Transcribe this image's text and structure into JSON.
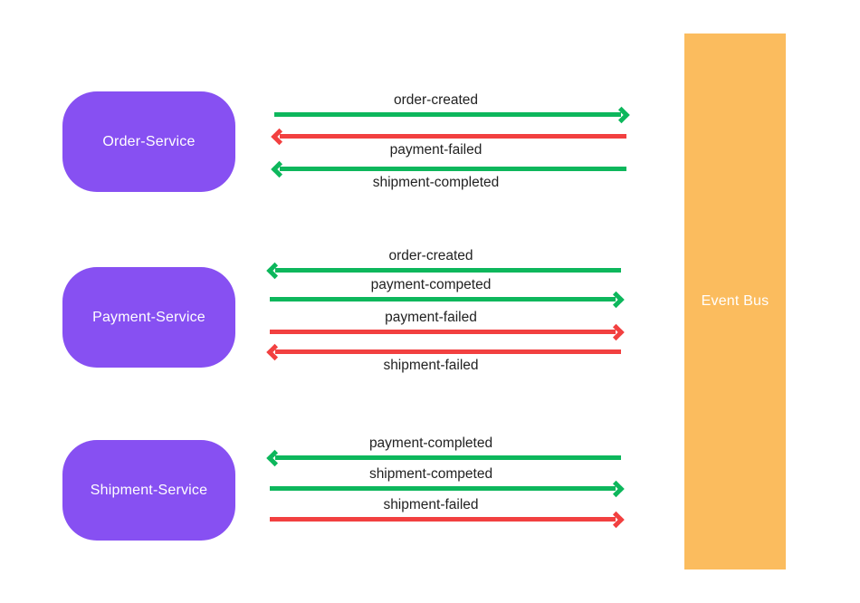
{
  "nodes": {
    "services": [
      {
        "label": "Order-Service"
      },
      {
        "label": "Payment-Service"
      },
      {
        "label": "Shipment-Service"
      }
    ],
    "event_bus": {
      "label": "Event Bus"
    }
  },
  "colors": {
    "service_fill": "#8750F2",
    "event_bus_fill": "#FBBC5E",
    "arrow_green": "#0DB75C",
    "arrow_red": "#F24040",
    "message_text": "#222222",
    "node_text": "#FFFFFF"
  },
  "groups": [
    {
      "service": "Order-Service",
      "messages": [
        {
          "label": "order-created",
          "color": "green",
          "direction": "right",
          "label_position": "above"
        },
        {
          "label": "payment-failed",
          "color": "red",
          "direction": "left",
          "label_position": "below"
        },
        {
          "label": "shipment-completed",
          "color": "green",
          "direction": "left",
          "label_position": "below"
        }
      ]
    },
    {
      "service": "Payment-Service",
      "messages": [
        {
          "label": "order-created",
          "color": "green",
          "direction": "left",
          "label_position": "above"
        },
        {
          "label": "payment-competed",
          "color": "green",
          "direction": "right",
          "label_position": "above"
        },
        {
          "label": "payment-failed",
          "color": "red",
          "direction": "right",
          "label_position": "above"
        },
        {
          "label": "shipment-failed",
          "color": "red",
          "direction": "left",
          "label_position": "below"
        }
      ]
    },
    {
      "service": "Shipment-Service",
      "messages": [
        {
          "label": "payment-completed",
          "color": "green",
          "direction": "left",
          "label_position": "above"
        },
        {
          "label": "shipment-competed",
          "color": "green",
          "direction": "right",
          "label_position": "above"
        },
        {
          "label": "shipment-failed",
          "color": "red",
          "direction": "right",
          "label_position": "above"
        }
      ]
    }
  ]
}
